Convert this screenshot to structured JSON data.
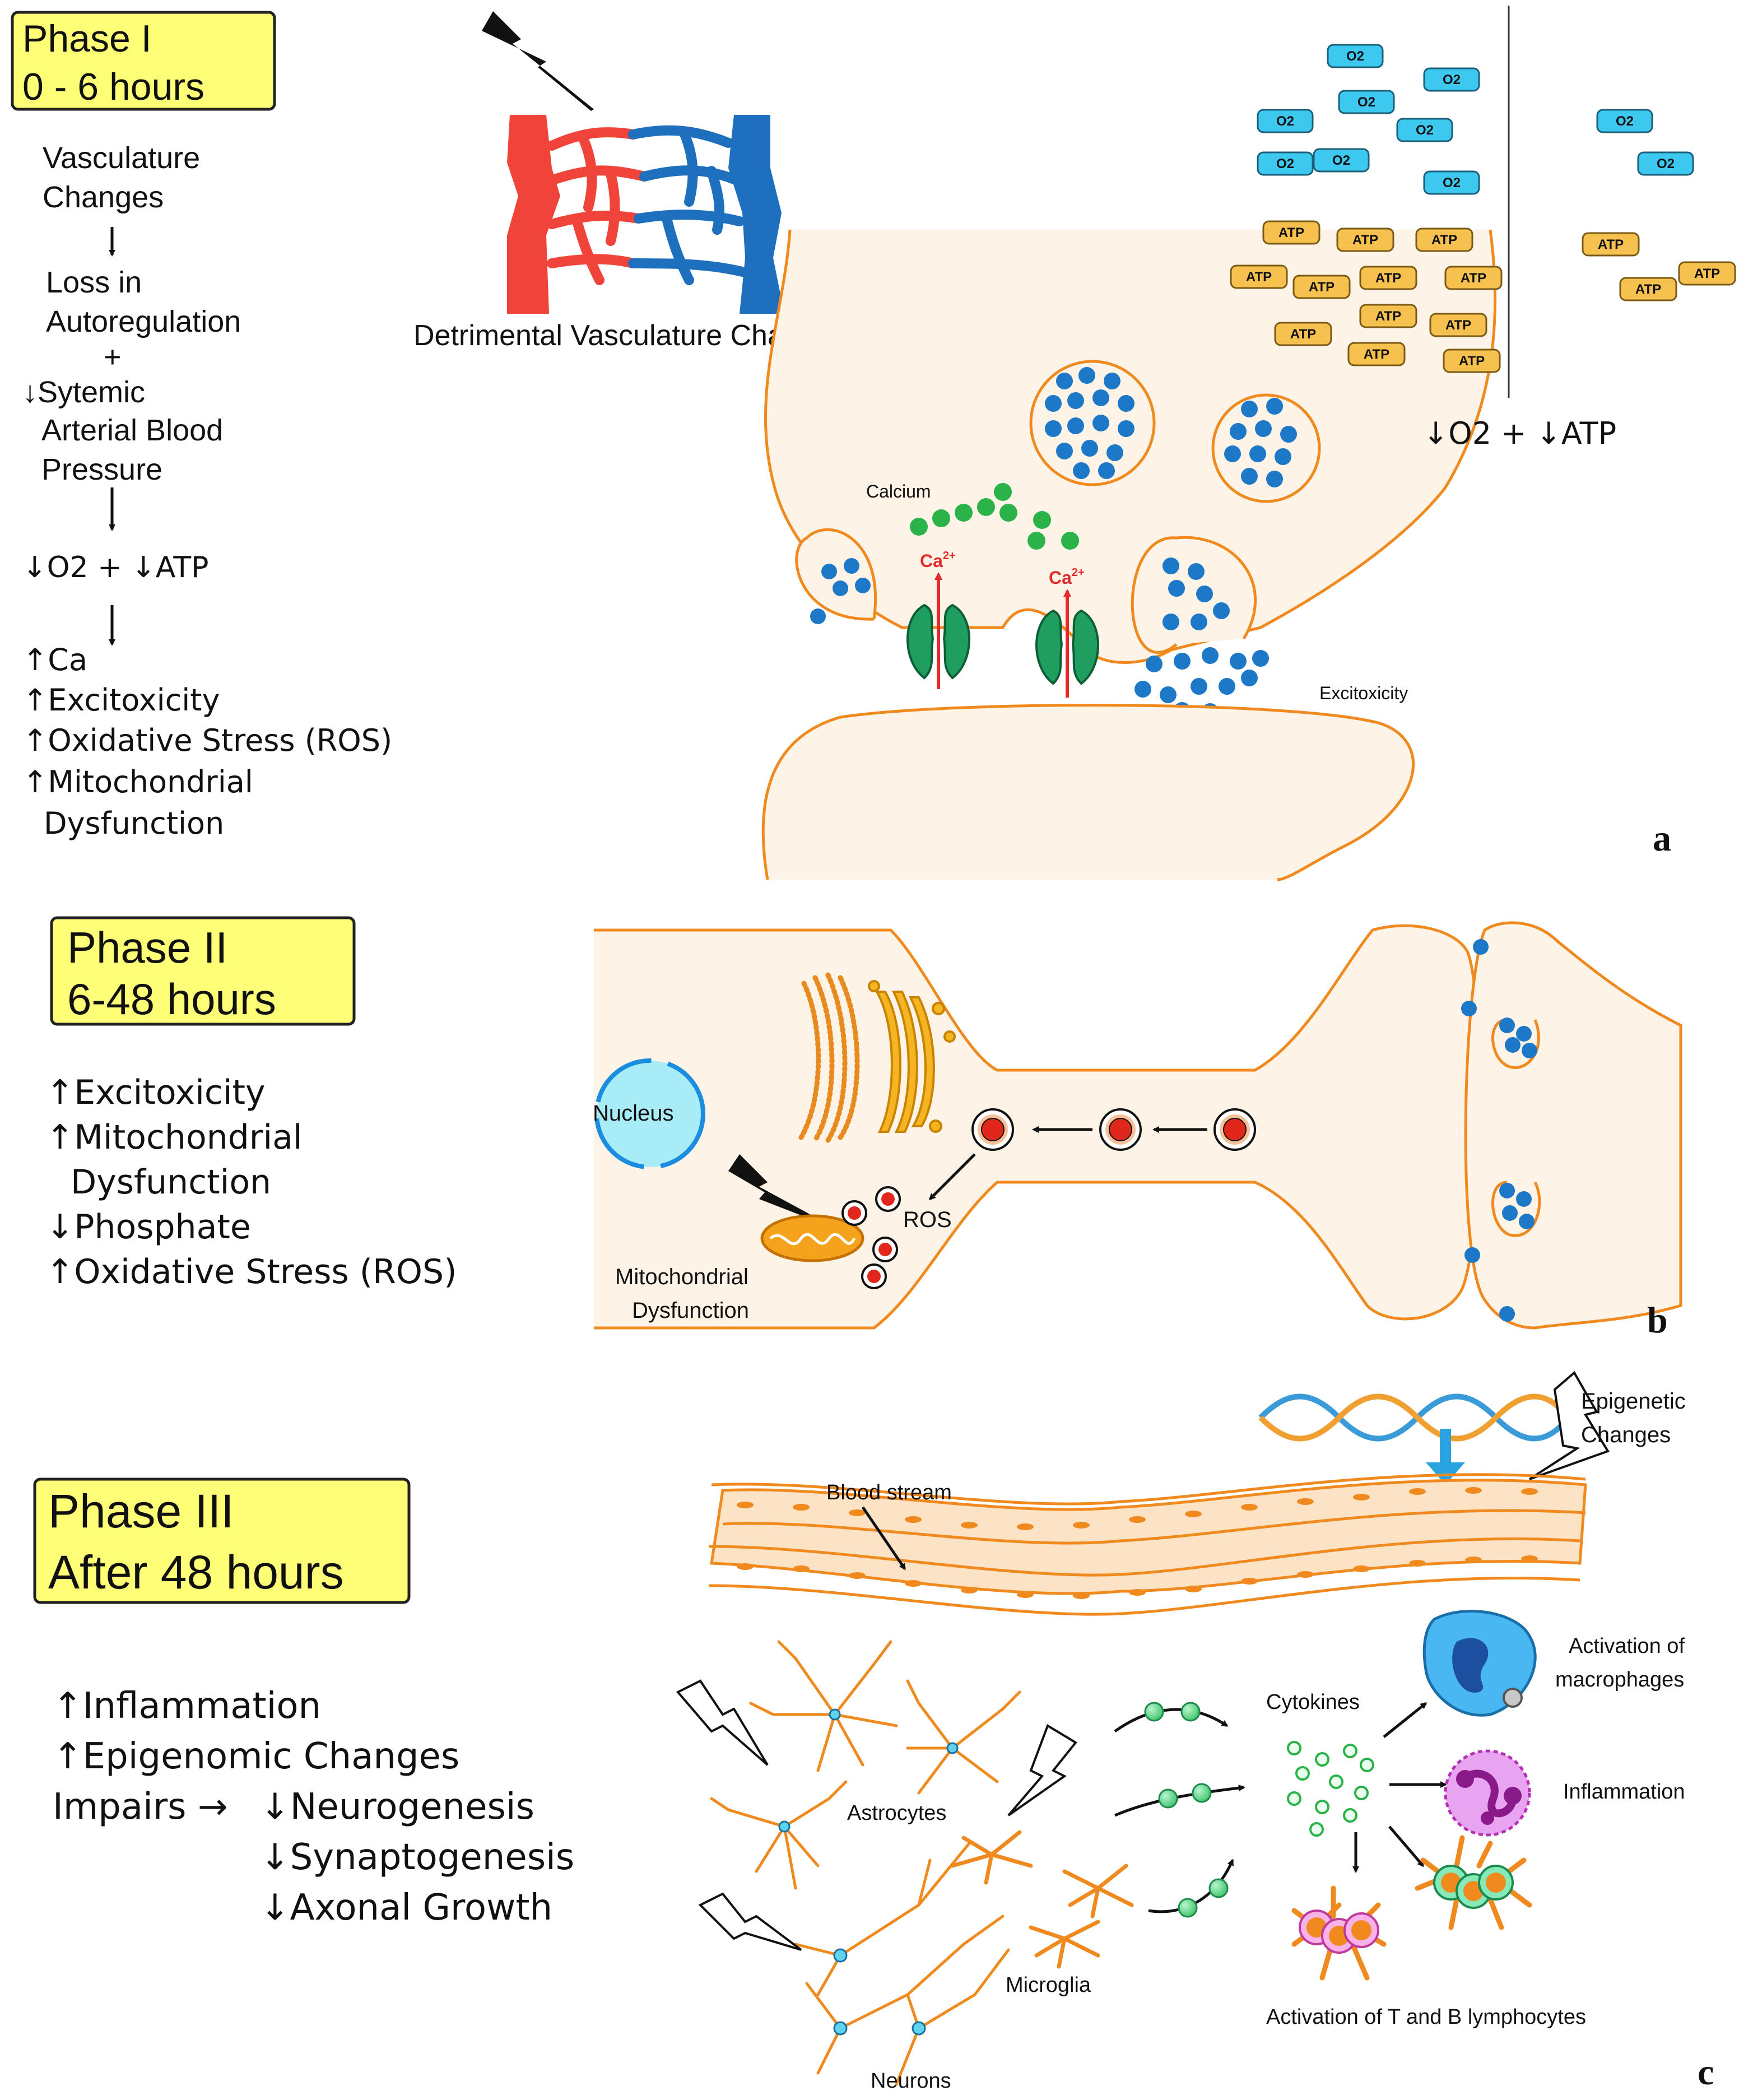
{
  "phase1": {
    "box_line1": "Phase I",
    "box_line2": "0 - 6 hours",
    "flow": {
      "vasculature_1": "Vasculature",
      "vasculature_2": "Changes",
      "loss_1": "Loss in",
      "loss_2": "Autoregulation",
      "plus": "+",
      "sytemic_1": "↓Sytemic",
      "sytemic_2": "Arterial Blood",
      "sytemic_3": "Pressure",
      "o2atp": "↓O2 + ↓ATP",
      "ca": "↑Ca",
      "excito": "↑Excitoxicity",
      "oxid": "↑Oxidative Stress (ROS)",
      "mito_1": "↑Mitochondrial",
      "mito_2": "Dysfunction"
    },
    "vascular_caption": "Detrimental Vasculature Changes",
    "o2_label": "O2",
    "atp_label": "ATP",
    "o2atp_caption": "↓O2 + ↓ATP",
    "calcium": "Calcium",
    "ca_ion": "Ca",
    "ca_sup": "2+",
    "excitoxicity": "Excitoxicity",
    "panel_letter": "a"
  },
  "phase2": {
    "box_line1": "Phase II",
    "box_line2": "6-48 hours",
    "list": {
      "excito": "↑Excitoxicity",
      "mito_1": "↑Mitochondrial",
      "mito_2": "Dysfunction",
      "phosphate": "↓Phosphate",
      "oxid": "↑Oxidative Stress (ROS)"
    },
    "nucleus": "Nucleus",
    "ros": "ROS",
    "mito_label_1": "Mitochondrial",
    "mito_label_2": "Dysfunction",
    "panel_letter": "b"
  },
  "phase3": {
    "box_line1": "Phase III",
    "box_line2": "After 48 hours",
    "list": {
      "inflammation": "↑Inflammation",
      "epigenomic": "↑Epigenomic Changes",
      "impairs": "Impairs →",
      "neurogenesis": "↓Neurogenesis",
      "synaptogenesis": "↓Synaptogenesis",
      "axonal": "↓Axonal Growth"
    },
    "epigenetic_1": "Epigenetic",
    "epigenetic_2": "Changes",
    "blood_stream": "Blood stream",
    "astrocytes": "Astrocytes",
    "microglia": "Microglia",
    "neurons": "Neurons",
    "cytokines": "Cytokines",
    "activation_macro_1": "Activation of",
    "activation_macro_2": "macrophages",
    "inflammation": "Inflammation",
    "activation_tb": "Activation of T and B lymphocytes",
    "panel_letter": "c"
  },
  "colors": {
    "phase_box": "#ffff77",
    "cell_fill": "#fdf3e7",
    "cell_stroke": "#f0891e",
    "neurotransmitter": "#1e78c8",
    "calcium": "#2bb34a",
    "o2": "#3cc8ef",
    "atp": "#f7c150",
    "artery": "#f0433a",
    "vein": "#1f6fbf"
  }
}
